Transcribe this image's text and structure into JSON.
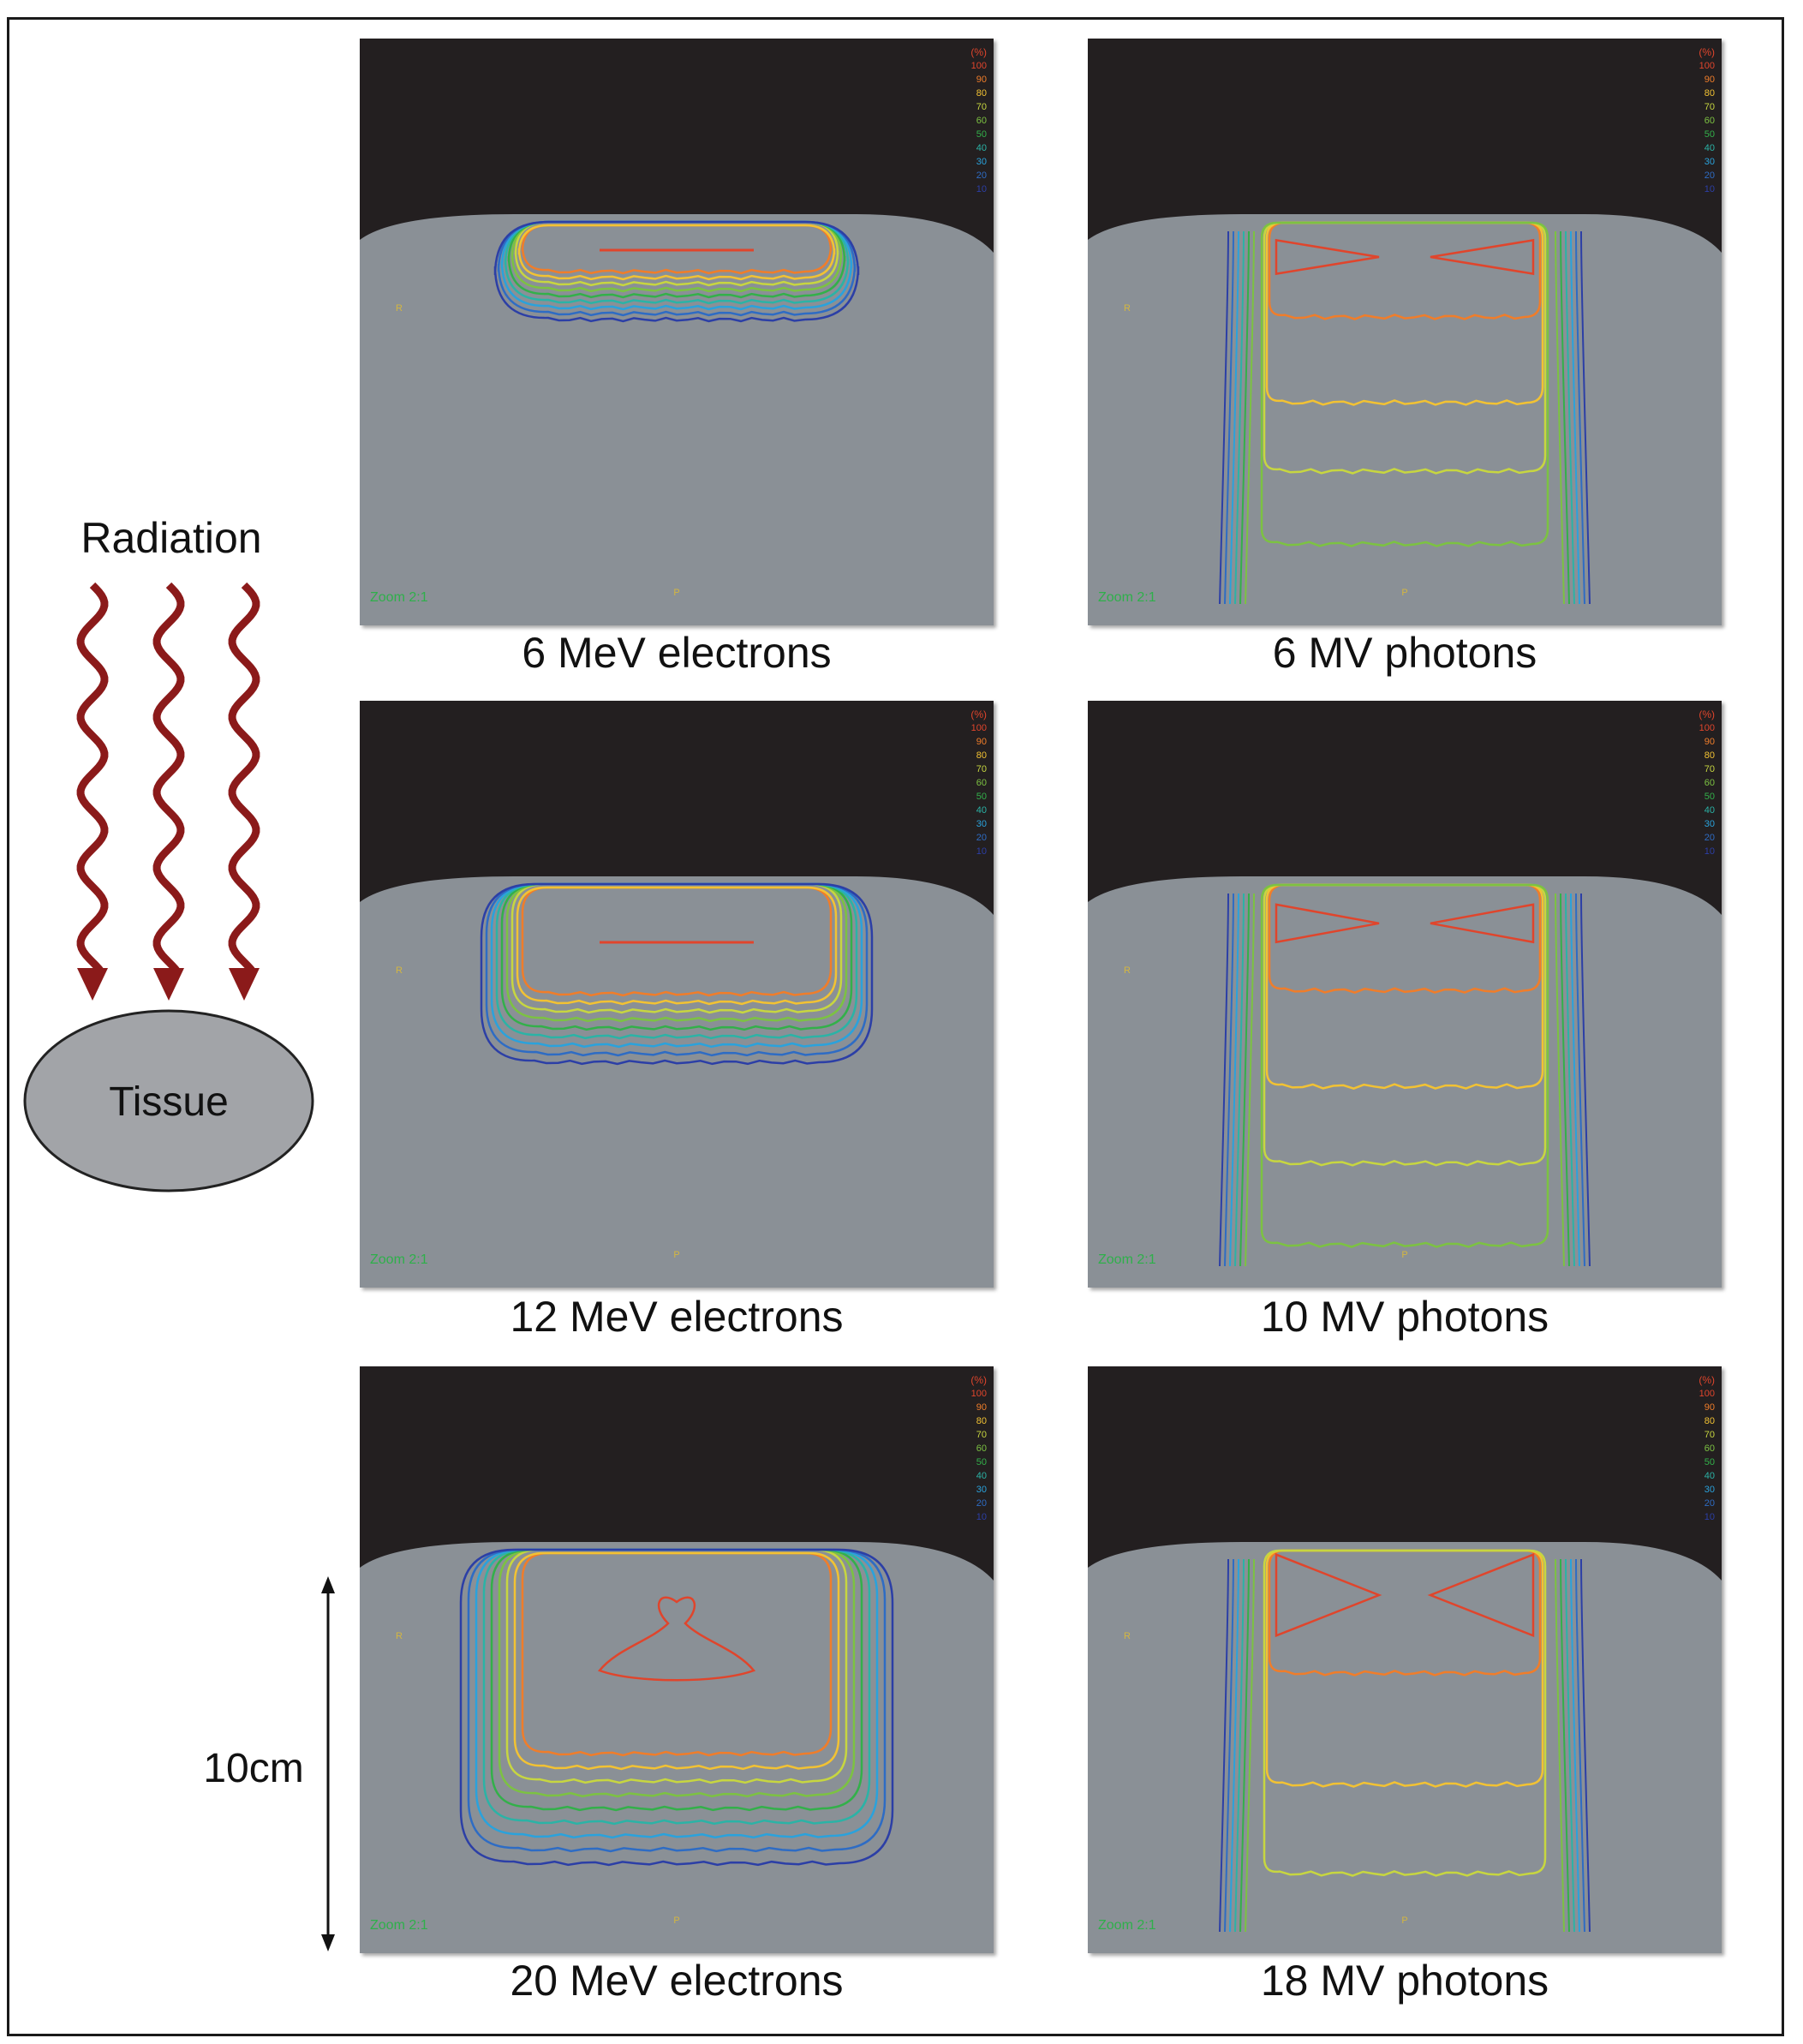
{
  "schematic": {
    "radiation_label": "Radiation",
    "tissue_label": "Tissue",
    "scale_label": "10cm",
    "arrow_color": "#8b1a1a",
    "tissue_fill": "#a2a4a8"
  },
  "legend": {
    "header": "(%)",
    "levels": [
      {
        "value": "100",
        "color": "#e0452c"
      },
      {
        "value": "90",
        "color": "#f07d2a"
      },
      {
        "value": "80",
        "color": "#f2c233"
      },
      {
        "value": "70",
        "color": "#c7d640"
      },
      {
        "value": "60",
        "color": "#7cc242"
      },
      {
        "value": "50",
        "color": "#33b04a"
      },
      {
        "value": "40",
        "color": "#2bb3a6"
      },
      {
        "value": "30",
        "color": "#2aa2dc"
      },
      {
        "value": "20",
        "color": "#2e6cc4"
      },
      {
        "value": "10",
        "color": "#2c3fa6"
      }
    ]
  },
  "panels": [
    {
      "caption": "6 MeV electrons",
      "type": "electron",
      "energy": 6,
      "zoom": "Zoom 2:1",
      "left_mark": "R",
      "bottom_mark": "P"
    },
    {
      "caption": "6 MV photons",
      "type": "photon",
      "energy": 6,
      "zoom": "Zoom 2:1",
      "left_mark": "R",
      "bottom_mark": "P"
    },
    {
      "caption": "12 MeV electrons",
      "type": "electron",
      "energy": 12,
      "zoom": "Zoom 2:1",
      "left_mark": "R",
      "bottom_mark": "P"
    },
    {
      "caption": "10 MV photons",
      "type": "photon",
      "energy": 10,
      "zoom": "Zoom 2:1",
      "left_mark": "R",
      "bottom_mark": "P"
    },
    {
      "caption": "20 MeV electrons",
      "type": "electron",
      "energy": 20,
      "zoom": "Zoom 2:1",
      "left_mark": "R",
      "bottom_mark": "P"
    },
    {
      "caption": "18 MV photons",
      "type": "photon",
      "energy": 18,
      "zoom": "Zoom 2:1",
      "left_mark": "R",
      "bottom_mark": "P"
    }
  ]
}
